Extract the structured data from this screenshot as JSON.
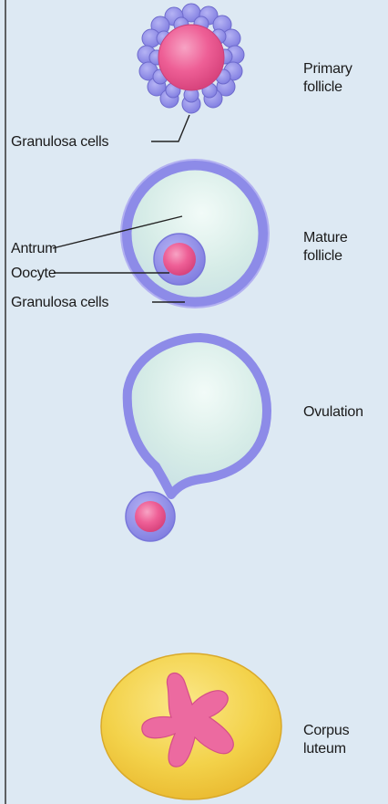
{
  "stages": {
    "primary": {
      "line1": "Primary",
      "line2": "follicle"
    },
    "mature": {
      "line1": "Mature",
      "line2": "follicle"
    },
    "ovulation": {
      "line1": "Ovulation"
    },
    "corpus": {
      "line1": "Corpus",
      "line2": "luteum"
    }
  },
  "labels": {
    "granulosa_primary": "Granulosa cells",
    "antrum": "Antrum",
    "oocyte": "Oocyte",
    "granulosa_mature": "Granulosa cells"
  },
  "colors": {
    "background": "#dde9f3",
    "granulosa": "#8d8be8",
    "oocyte": "#ee5f96",
    "antrum_fluid": "#d6ece7",
    "corpus_luteum": "#f2cf3f",
    "corpus_core": "#ec6aa0"
  }
}
